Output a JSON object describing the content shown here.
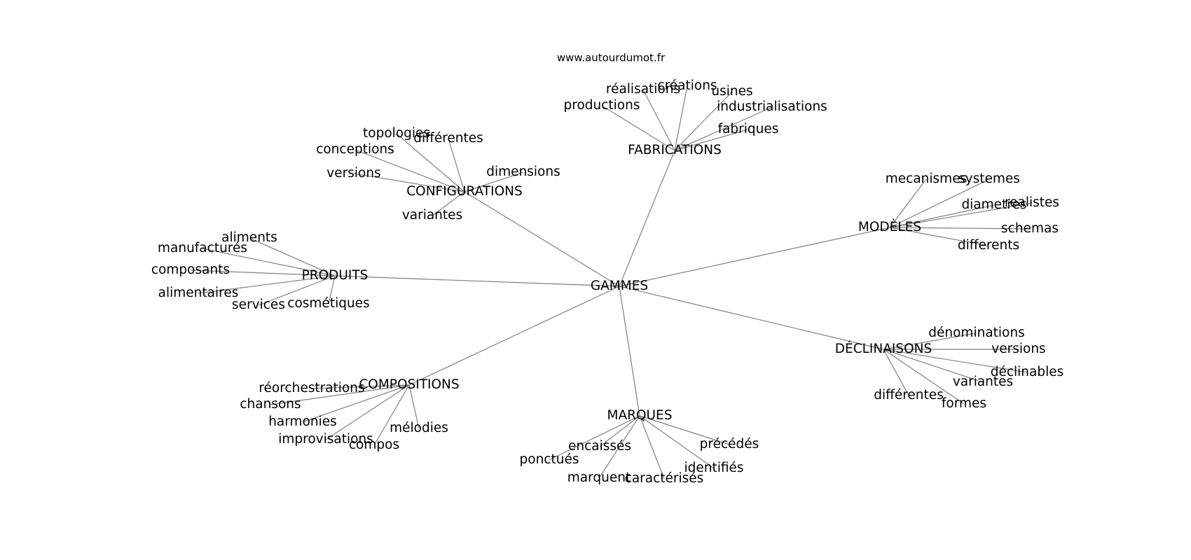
{
  "source_label": "www.autourdumot.fr",
  "graph": {
    "root": "GAMMES",
    "branches": [
      {
        "hub": "FABRICATIONS",
        "leaves": [
          "productions",
          "réalisations",
          "créations",
          "usines",
          "industrialisations",
          "fabriques"
        ]
      },
      {
        "hub": "CONFIGURATIONS",
        "leaves": [
          "topologies",
          "différentes",
          "conceptions",
          "versions",
          "dimensions",
          "variantes"
        ]
      },
      {
        "hub": "MODÈLES",
        "leaves": [
          "mecanismes",
          "systemes",
          "diametres",
          "realistes",
          "schemas",
          "differents"
        ]
      },
      {
        "hub": "PRODUITS",
        "leaves": [
          "aliments",
          "manufacturés",
          "composants",
          "alimentaires",
          "services",
          "cosmétiques"
        ]
      },
      {
        "hub": "DÉCLINAISONS",
        "leaves": [
          "dénominations",
          "versions",
          "déclinables",
          "variantes",
          "différentes",
          "formes"
        ]
      },
      {
        "hub": "COMPOSITIONS",
        "leaves": [
          "réorchestrations",
          "chansons",
          "harmonies",
          "improvisations",
          "compos",
          "mélodies"
        ]
      },
      {
        "hub": "MARQUES",
        "leaves": [
          "encaissés",
          "ponctués",
          "marquent",
          "caractérisés",
          "identifiés",
          "précédés"
        ]
      }
    ]
  }
}
